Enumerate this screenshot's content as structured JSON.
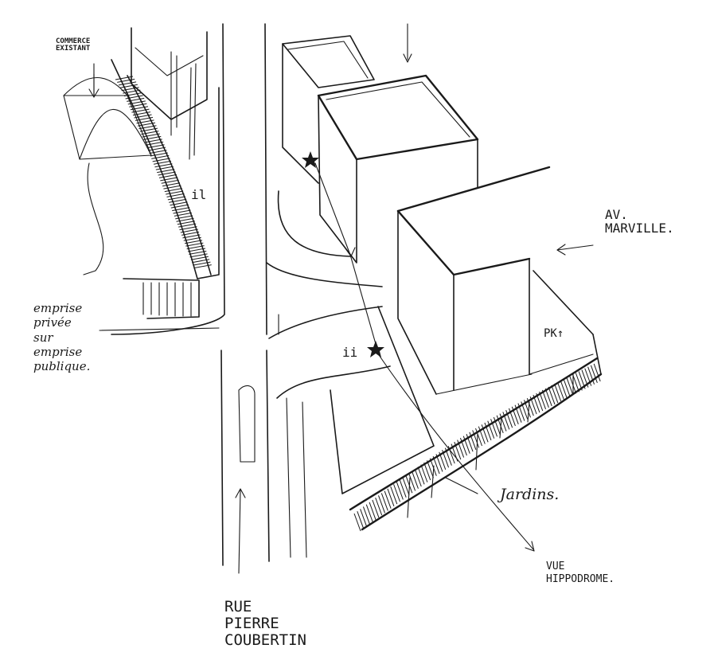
{
  "annotations": {
    "commerce": "COMMERCE\nEXISTANT",
    "av_marville": "AV.\nMARVILLE.",
    "pk": "PK↑",
    "emprise": "emprise\nprivée\nsur\nemprise\npublique.",
    "jardins": "Jardins.",
    "vue": "VUE\nHIPPODROME.",
    "rue": "RUE\nPIERRE\nCOUBERTIN"
  },
  "colors": {
    "ink": "#1a1a1a",
    "paper": "#ffffff"
  },
  "icons": [
    "star-icon",
    "arrow-icon"
  ]
}
